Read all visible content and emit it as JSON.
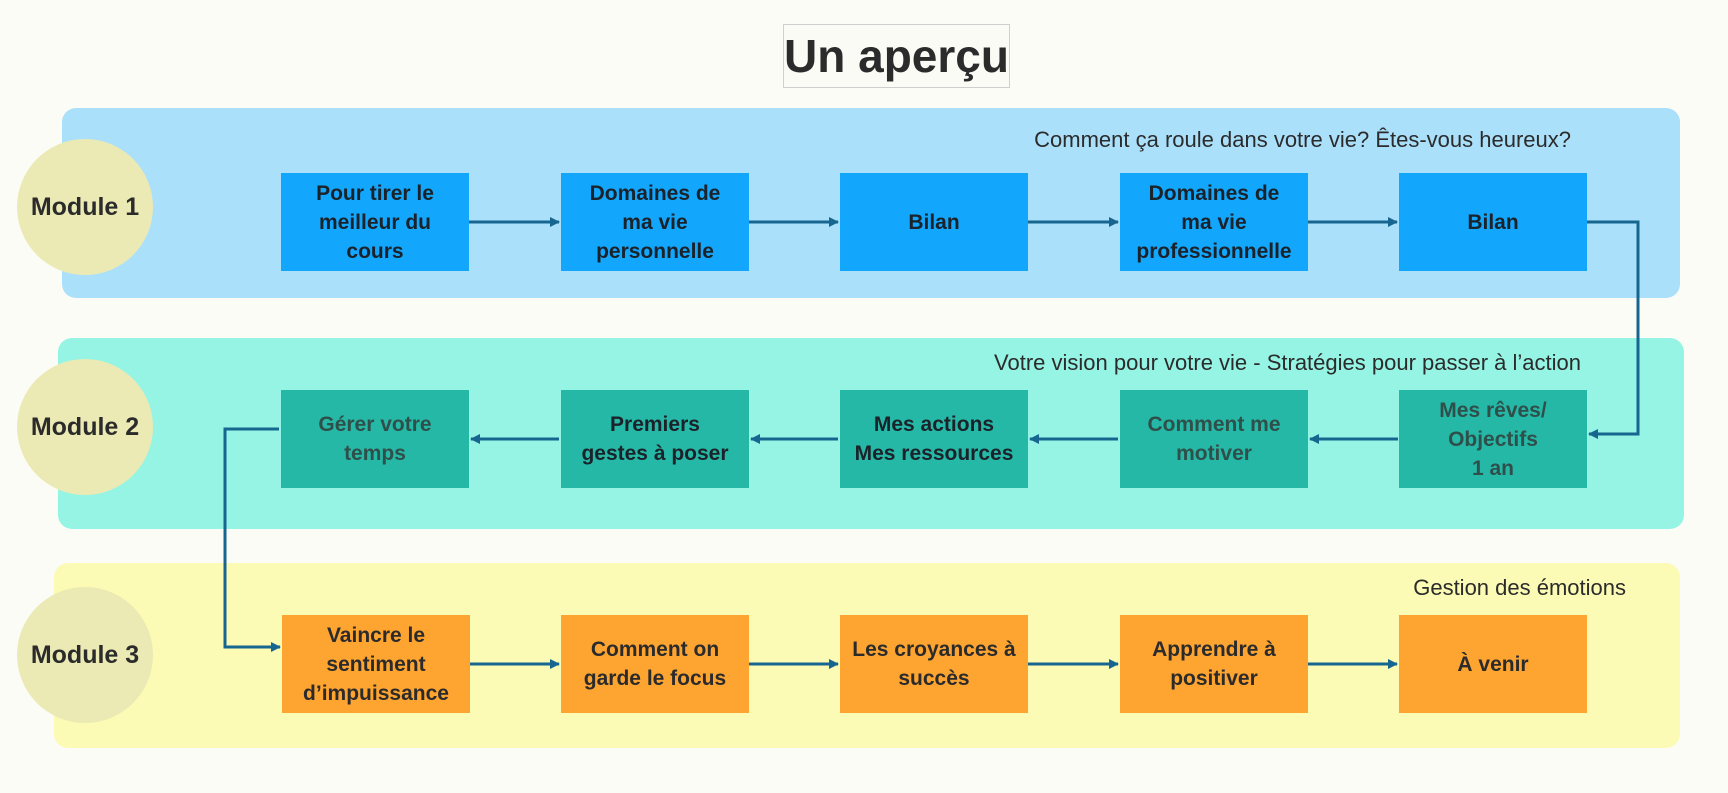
{
  "title": "Un aperçu",
  "colors": {
    "connector": "#176690",
    "module1_band": "#abe0fb",
    "module1_step": "#12a6fc",
    "module2_band": "#95f4e3",
    "module2_step": "#26b8a6",
    "module3_band": "#fbfbb5",
    "module3_step": "#fda431",
    "circle": "#ebeab4"
  },
  "modules": [
    {
      "label": "Module 1",
      "caption": "Comment ça roule dans votre vie? Êtes-vous heureux?",
      "steps": [
        "Pour tirer le\nmeilleur du\ncours",
        "Domaines de\nma vie\npersonnelle",
        "Bilan",
        "Domaines de\nma vie\nprofessionnelle",
        "Bilan"
      ]
    },
    {
      "label": "Module 2",
      "caption": "Votre vision pour votre vie - Stratégies pour passer à l’action",
      "steps": [
        "Gérer votre\ntemps",
        "Premiers\ngestes à poser",
        "Mes actions\nMes ressources",
        "Comment me\nmotiver",
        "Mes rêves/\nObjectifs\n1 an"
      ]
    },
    {
      "label": "Module 3",
      "caption": "Gestion des émotions",
      "steps": [
        "Vaincre le\nsentiment\nd’impuissance",
        "Comment on\ngarde le focus",
        "Les croyances à\nsuccès",
        "Apprendre à\npositiver",
        "À venir"
      ]
    }
  ]
}
